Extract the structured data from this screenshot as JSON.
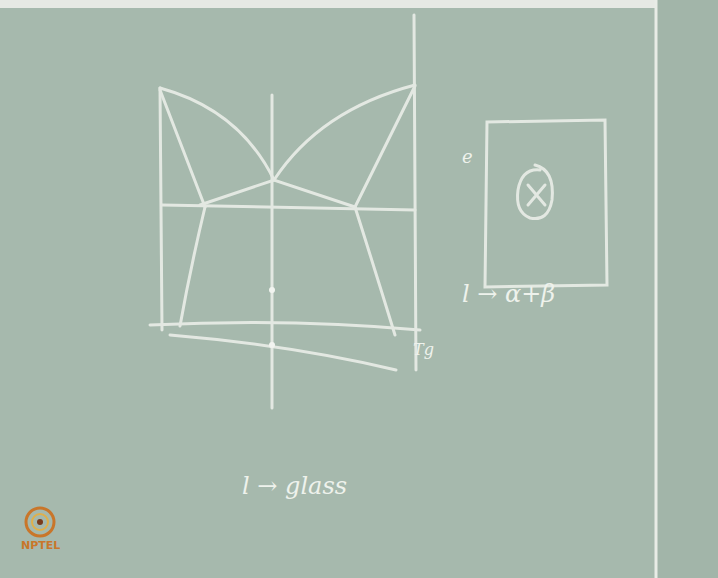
{
  "diagram": {
    "labels": [
      "Tg",
      "l → α+β",
      "l → glass",
      "e",
      "NPTEL"
    ]
  }
}
